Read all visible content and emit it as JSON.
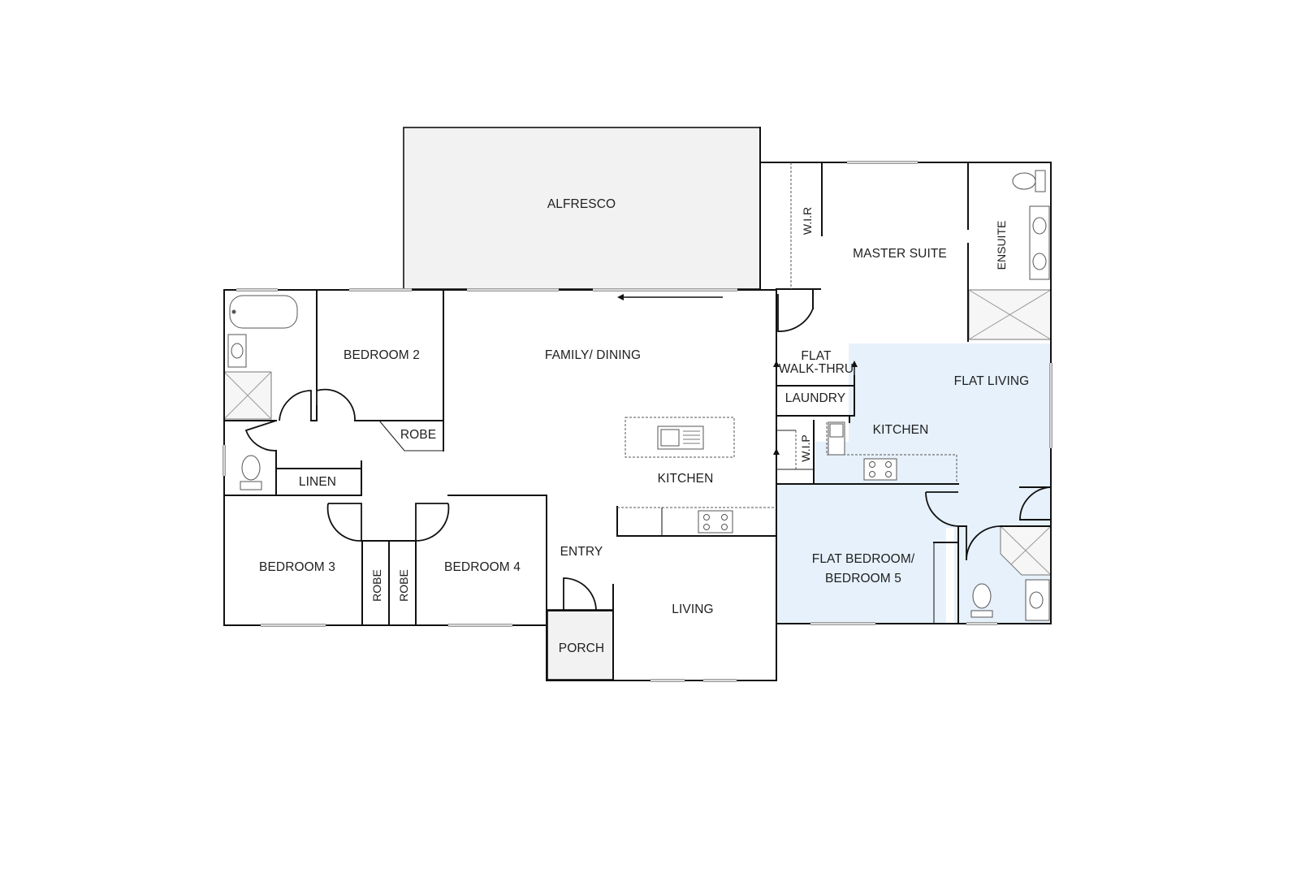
{
  "floorplan": {
    "labels": {
      "alfresco": "ALFRESCO",
      "master_suite": "MASTER SUITE",
      "wir": "W.I.R",
      "ensuite": "ENSUITE",
      "bedroom2": "BEDROOM 2",
      "family_dining": "FAMILY/ DINING",
      "flat": "FLAT",
      "walk_thru": "WALK-THRU",
      "laundry": "LAUNDRY",
      "flat_living": "FLAT LIVING",
      "flat_kitchen": "KITCHEN",
      "wip": "W.I.P",
      "robe_bed2": "ROBE",
      "linen": "LINEN",
      "kitchen": "KITCHEN",
      "bedroom3": "BEDROOM 3",
      "robe_a": "ROBE",
      "robe_b": "ROBE",
      "bedroom4": "BEDROOM 4",
      "entry": "ENTRY",
      "living": "LIVING",
      "porch": "PORCH",
      "flat_bedroom_line1": "FLAT BEDROOM/",
      "flat_bedroom_line2": "BEDROOM 5"
    },
    "colors": {
      "flat_highlight": "#e6f1fb",
      "wall": "#111111",
      "covered_area": "#f2f2f2"
    }
  }
}
